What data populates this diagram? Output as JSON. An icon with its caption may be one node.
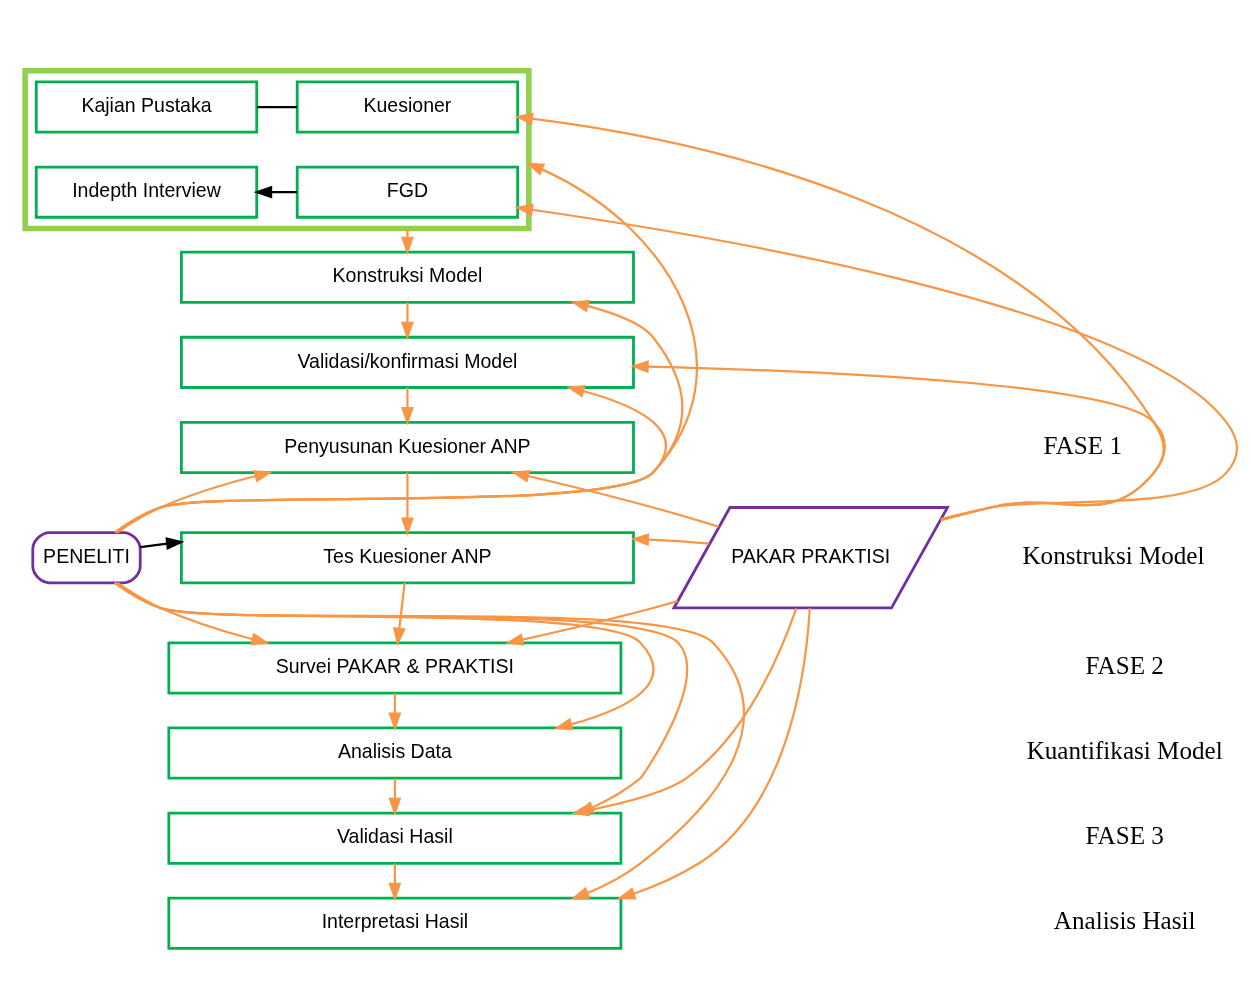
{
  "diagram": {
    "nodes": [
      {
        "text": [],
        "shape": "box"
      },
      {
        "text": [
          "Kajian Pustaka"
        ],
        "in": 0
      },
      {
        "text": [
          "Kuesioner"
        ],
        "in": 0
      },
      {
        "text": [
          "Indepth Interview"
        ],
        "in": 0
      },
      {
        "text": [
          "FGD"
        ],
        "in": 0
      },
      {
        "text": [
          "Konstruksi Model"
        ]
      },
      {
        "text": [
          "Validasi/konfirmasi Model"
        ]
      },
      {
        "text": [
          "Penyusunan Kuesioner ANP"
        ]
      },
      {
        "text": [
          "Tes Kuesioner ANP"
        ]
      },
      {
        "text": [
          "Survei PAKAR & PRAKTISI"
        ]
      },
      {
        "text": [
          "Analisis Data"
        ]
      },
      {
        "text": [
          "Validasi Hasil"
        ]
      },
      {
        "text": [
          "Interpretasi Hasil"
        ]
      },
      {
        "text": [
          "PENELITI"
        ]
      },
      {
        "text": [
          "PAKAR PRAKTISI"
        ]
      }
    ],
    "edges": [
      {
        "from": 1,
        "to": 2,
        "arrow": "none",
        "color": "#000000"
      },
      {
        "from": 4,
        "to": 3,
        "arrow": "to",
        "color": "#000000"
      },
      {
        "from": 0,
        "to": 5,
        "arrow": "to"
      },
      {
        "from": 5,
        "to": 6,
        "arrow": "to"
      },
      {
        "from": 6,
        "to": 7,
        "arrow": "to"
      },
      {
        "from": 7,
        "to": 8,
        "arrow": "to"
      },
      {
        "from": 8,
        "to": 9,
        "arrow": "to"
      },
      {
        "from": 9,
        "to": 10,
        "arrow": "to"
      },
      {
        "from": 10,
        "to": 11,
        "arrow": "to"
      },
      {
        "from": 11,
        "to": 12,
        "arrow": "to"
      },
      {
        "from": 13,
        "to": 0,
        "arrow": "to"
      },
      {
        "from": 13,
        "to": 5,
        "arrow": "to"
      },
      {
        "from": 13,
        "to": 6,
        "arrow": "to"
      },
      {
        "from": 13,
        "to": 7,
        "arrow": "to"
      },
      {
        "from": 13,
        "to": 8,
        "arrow": "to",
        "color": "#000000"
      },
      {
        "from": 13,
        "to": 9,
        "arrow": "to"
      },
      {
        "from": 13,
        "to": 10,
        "arrow": "to"
      },
      {
        "from": 13,
        "to": 11,
        "arrow": "to"
      },
      {
        "from": 13,
        "to": 12,
        "arrow": "to"
      },
      {
        "from": 14,
        "to": 2,
        "arrow": "to"
      },
      {
        "from": 14,
        "to": 4,
        "arrow": "to"
      },
      {
        "from": 14,
        "to": 6,
        "arrow": "to"
      },
      {
        "from": 14,
        "to": 7,
        "arrow": "to"
      },
      {
        "from": 14,
        "to": 8,
        "arrow": "to"
      },
      {
        "from": 14,
        "to": 9,
        "arrow": "to"
      },
      {
        "from": 14,
        "to": 11,
        "arrow": "to"
      },
      {
        "from": 14,
        "to": 12,
        "arrow": "to"
      }
    ],
    "labels": [
      "FASE 1",
      "Konstruksi Model",
      "FASE 2",
      "Kuantifikasi Model",
      "FASE 3",
      "Analisis Hasil"
    ]
  }
}
